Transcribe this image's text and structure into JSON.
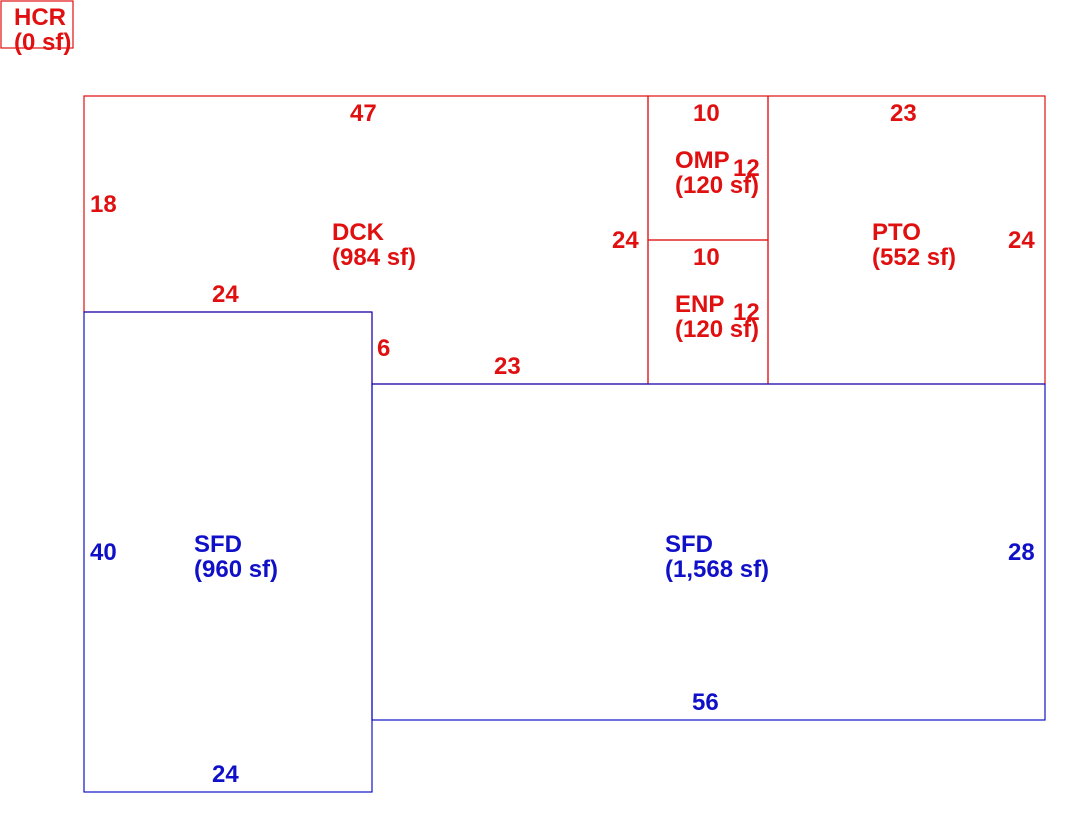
{
  "colors": {
    "exterior": "#e01010",
    "living": "#1010c8"
  },
  "areas": {
    "hcr": {
      "code": "HCR",
      "area": "(0 sf)"
    },
    "dck": {
      "code": "DCK",
      "area": "(984 sf)"
    },
    "omp": {
      "code": "OMP",
      "area": "(120 sf)"
    },
    "enp": {
      "code": "ENP",
      "area": "(120 sf)"
    },
    "pto": {
      "code": "PTO",
      "area": "(552 sf)"
    },
    "sfd_left": {
      "code": "SFD",
      "area": "(960 sf)"
    },
    "sfd_main": {
      "code": "SFD",
      "area": "(1,568 sf)"
    }
  },
  "dimensions": {
    "dck_top": "47",
    "dck_left": "18",
    "dck_right": "24",
    "dck_step_bottom": "24",
    "dck_step_side": "6",
    "dck_bottom": "23",
    "omp_top": "10",
    "omp_side": "12",
    "enp_top": "10",
    "enp_side": "12",
    "pto_top": "23",
    "pto_right": "24",
    "sfd_left_side": "40",
    "sfd_left_bottom": "24",
    "sfd_main_right": "28",
    "sfd_main_bottom": "56"
  }
}
